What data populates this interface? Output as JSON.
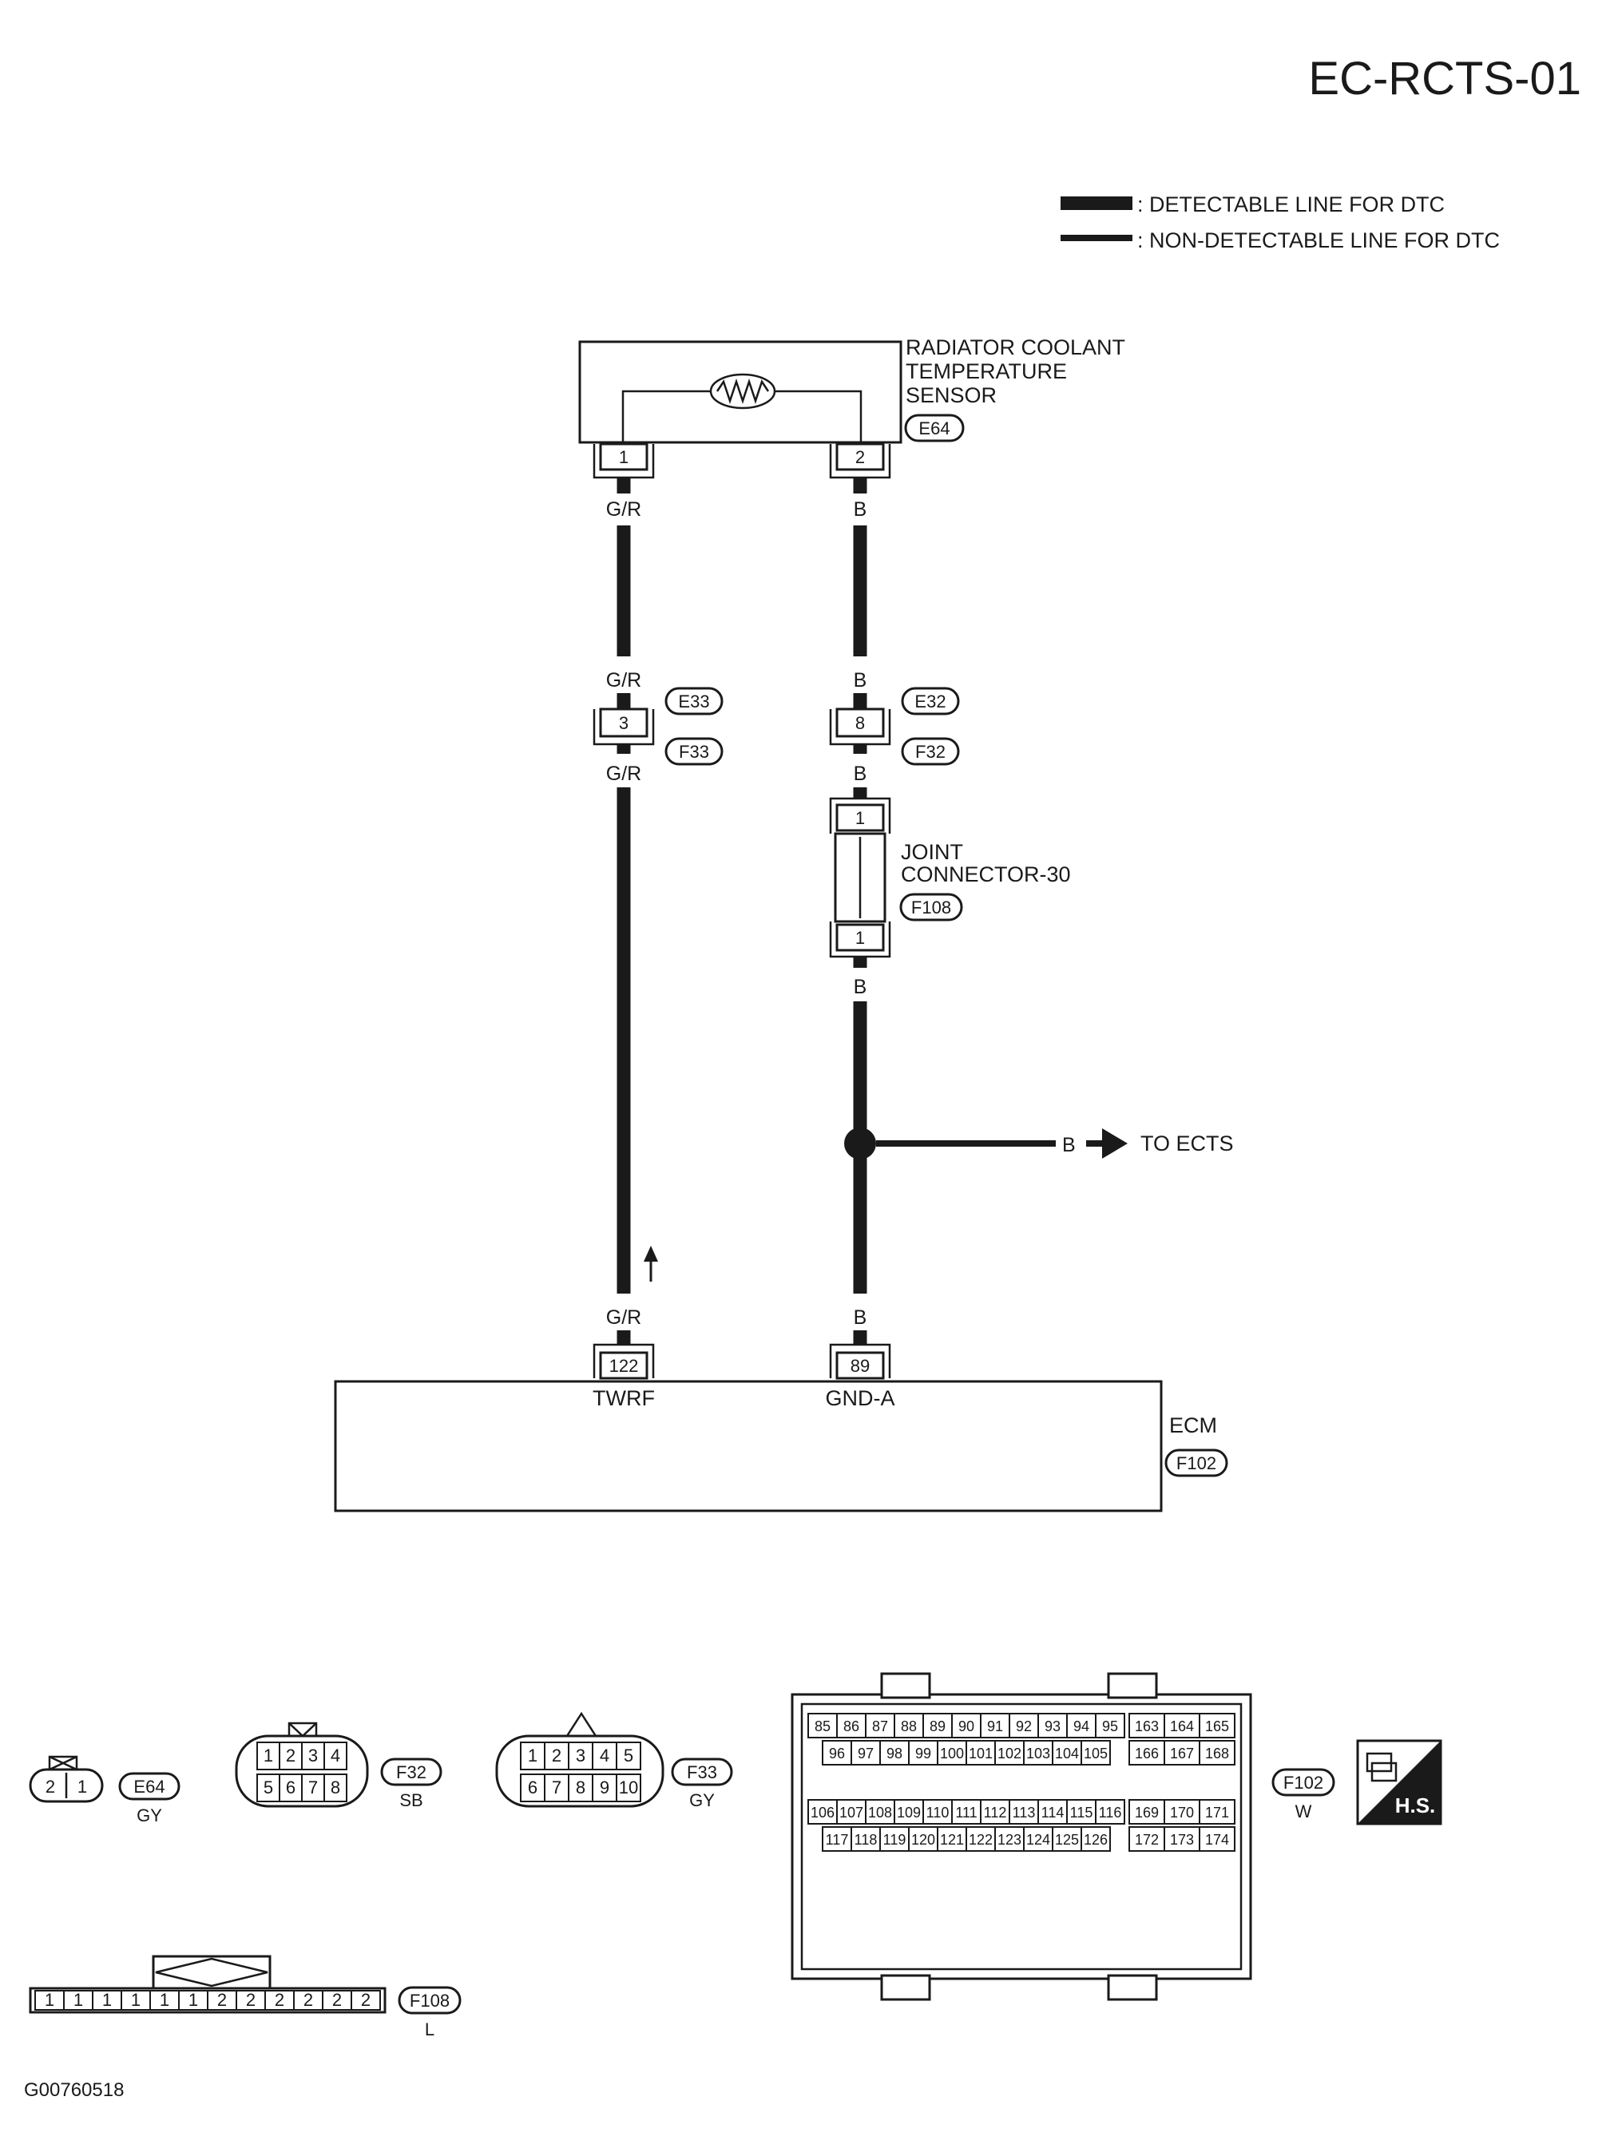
{
  "title": "EC-RCTS-01",
  "legend": {
    "detectable": ": DETECTABLE LINE FOR DTC",
    "non_detectable": ": NON-DETECTABLE LINE FOR DTC"
  },
  "sensor": {
    "name_lines": [
      "RADIATOR COOLANT",
      "TEMPERATURE",
      "SENSOR"
    ],
    "connector": "E64",
    "pin_left": "1",
    "pin_right": "2"
  },
  "left_wire": {
    "color_top": "G/R",
    "color_mid_upper": "G/R",
    "junction_pin": "3",
    "junction_upper": "E33",
    "junction_lower": "F33",
    "color_mid_lower": "G/R",
    "color_bottom": "G/R",
    "ecm_pin": "122",
    "ecm_terminal": "TWRF"
  },
  "right_wire": {
    "color_top": "B",
    "color_mid_upper": "B",
    "junction_pin": "8",
    "junction_upper": "E32",
    "junction_lower": "F32",
    "color_mid_lower": "B",
    "joint_pin_top": "1",
    "joint_pin_bottom": "1",
    "joint_name_lines": [
      "JOINT",
      "CONNECTOR-30"
    ],
    "joint_connector": "F108",
    "color_below_joint": "B",
    "branch_color": "B",
    "branch_target": "TO ECTS",
    "color_bottom": "B",
    "ecm_pin": "89",
    "ecm_terminal": "GND-A"
  },
  "ecm": {
    "name": "ECM",
    "connector": "F102"
  },
  "connector_views": {
    "e64": {
      "pins": [
        "2",
        "1"
      ],
      "id": "E64",
      "color": "GY"
    },
    "f32": {
      "row1": [
        "1",
        "2",
        "3",
        "4"
      ],
      "row2": [
        "5",
        "6",
        "7",
        "8"
      ],
      "id": "F32",
      "color": "SB"
    },
    "f33": {
      "row1": [
        "1",
        "2",
        "3",
        "4",
        "5"
      ],
      "row2": [
        "6",
        "7",
        "8",
        "9",
        "10"
      ],
      "id": "F33",
      "color": "GY"
    },
    "f102": {
      "row1": [
        "85",
        "86",
        "87",
        "88",
        "89",
        "90",
        "91",
        "92",
        "93",
        "94",
        "95"
      ],
      "row2": [
        "96",
        "97",
        "98",
        "99",
        "100",
        "101",
        "102",
        "103",
        "104",
        "105"
      ],
      "row3": [
        "106",
        "107",
        "108",
        "109",
        "110",
        "111",
        "112",
        "113",
        "114",
        "115",
        "116"
      ],
      "row4": [
        "117",
        "118",
        "119",
        "120",
        "121",
        "122",
        "123",
        "124",
        "125",
        "126"
      ],
      "side_rows": [
        [
          "163",
          "164",
          "165"
        ],
        [
          "166",
          "167",
          "168"
        ],
        [
          "169",
          "170",
          "171"
        ],
        [
          "172",
          "173",
          "174"
        ]
      ],
      "id": "F102",
      "color": "W"
    },
    "f108": {
      "pins": [
        "1",
        "1",
        "1",
        "1",
        "1",
        "1",
        "2",
        "2",
        "2",
        "2",
        "2",
        "2"
      ],
      "id": "F108",
      "color": "L"
    },
    "hs_badge": "H.S."
  },
  "figure_code": "G00760518"
}
